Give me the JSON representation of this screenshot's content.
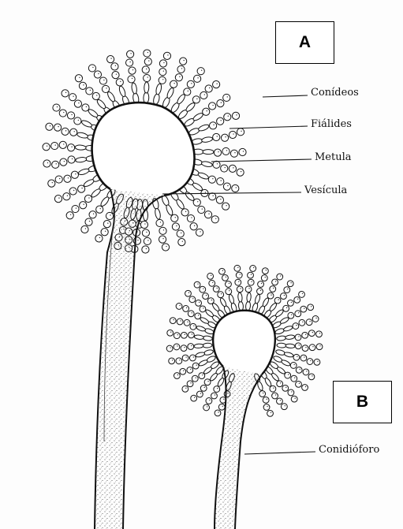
{
  "figure": {
    "panels": [
      {
        "id": "panel-a",
        "letter": "A"
      },
      {
        "id": "panel-b",
        "letter": "B"
      }
    ],
    "labels": {
      "conidia": "Conídeos",
      "phialides": "Fiálides",
      "metula": "Metula",
      "vesicle": "Vesícula",
      "conidiophore": "Conidióforo"
    },
    "colors": {
      "ink": "#111111",
      "fill": "#ffffff",
      "background": "#fdfdfd"
    }
  }
}
